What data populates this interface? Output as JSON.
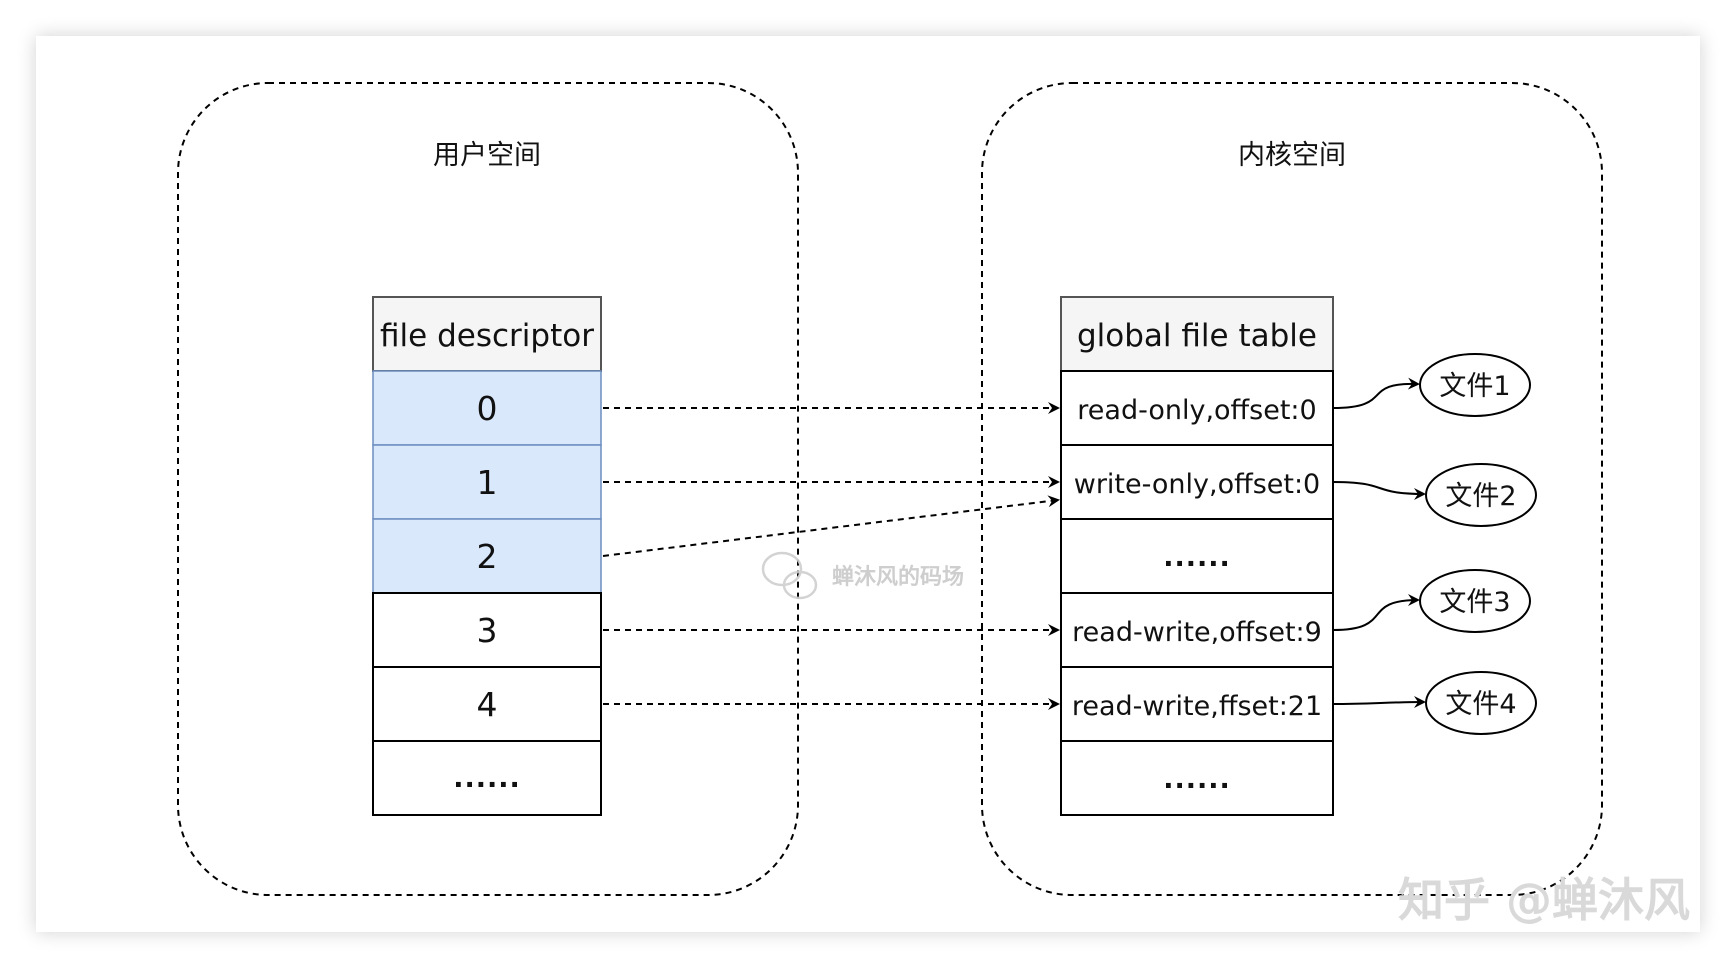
{
  "user_space": {
    "title": "用户空间"
  },
  "kernel_space": {
    "title": "内核空间"
  },
  "fd_table": {
    "header": "file descriptor",
    "rows": [
      "0",
      "1",
      "2",
      "3",
      "4",
      "......"
    ],
    "highlight_color": "#dae8fc"
  },
  "file_table": {
    "header": "global file table",
    "rows": [
      "read-only,offset:0",
      "write-only,offset:0",
      "......",
      "read-write,offset:9",
      "read-write,ffset:21",
      "......"
    ]
  },
  "files": [
    "文件1",
    "文件2",
    "文件3",
    "文件4"
  ],
  "watermarks": {
    "center": "蝉沐风的码场",
    "corner": "知乎 @蝉沐风"
  },
  "colors": {
    "header_fill": "#f5f5f5",
    "highlight_fill": "#dae8fc",
    "line": "#000000"
  }
}
